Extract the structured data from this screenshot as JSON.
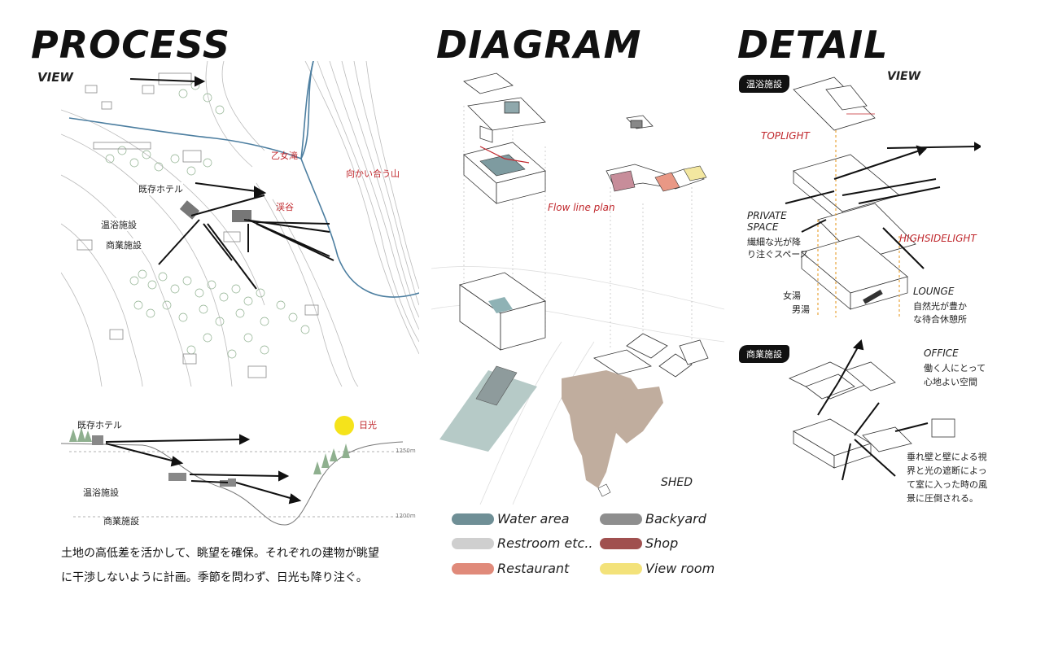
{
  "titles": {
    "process": "PROCESS",
    "diagram": "DIAGRAM",
    "detail": "DETAIL"
  },
  "process": {
    "view_label": "VIEW",
    "map_labels": {
      "waterfall": "乙女滝",
      "opposite_mountain": "向かい合う山",
      "valley": "渓谷",
      "existing_hotel": "既存ホテル",
      "bath_facility": "温浴施設",
      "commercial_facility": "商業施設"
    },
    "section_labels": {
      "existing_hotel": "既存ホテル",
      "sunlight": "日光",
      "bath_facility": "温浴施設",
      "commercial_facility": "商業施設",
      "elev_1250": "1250m",
      "elev_1200": "1200m"
    },
    "caption_line1": "土地の高低差を活かして、眺望を確保。それぞれの建物が眺望",
    "caption_line2": "に干渉しないように計画。季節を問わず、日光も降り注ぐ。"
  },
  "diagram": {
    "flow_line_label": "Flow line plan",
    "shed_label": "SHED",
    "legend": [
      {
        "label": "Water area",
        "color": "#6f8f96"
      },
      {
        "label": "Backyard",
        "color": "#8e8e8e"
      },
      {
        "label": "Restroom etc..",
        "color": "#cfcfcf"
      },
      {
        "label": "Shop",
        "color": "#a0504f"
      },
      {
        "label": "Restaurant",
        "color": "#e08a7a"
      },
      {
        "label": "View room",
        "color": "#f3e27a"
      }
    ]
  },
  "detail": {
    "bath_tag": "温浴施設",
    "view_label": "VIEW",
    "toplight": "TOPLIGHT",
    "private_space": "PRIVATE",
    "private_space2": "SPACE",
    "private_desc1": "繊細な光が降",
    "private_desc2": "り注ぐスペース",
    "highsidelight": "HIGHSIDELIGHT",
    "womens_bath": "女湯",
    "mens_bath": "男湯",
    "lounge": "LOUNGE",
    "lounge_desc1": "自然光が豊か",
    "lounge_desc2": "な待合休憩所",
    "commercial_tag": "商業施設",
    "office": "OFFICE",
    "office_desc1": "働く人にとって",
    "office_desc2": "心地よい空間",
    "wall_desc1": "垂れ壁と壁による視",
    "wall_desc2": "界と光の遮断によっ",
    "wall_desc3": "て室に入った時の風",
    "wall_desc4": "景に圧倒される。"
  }
}
